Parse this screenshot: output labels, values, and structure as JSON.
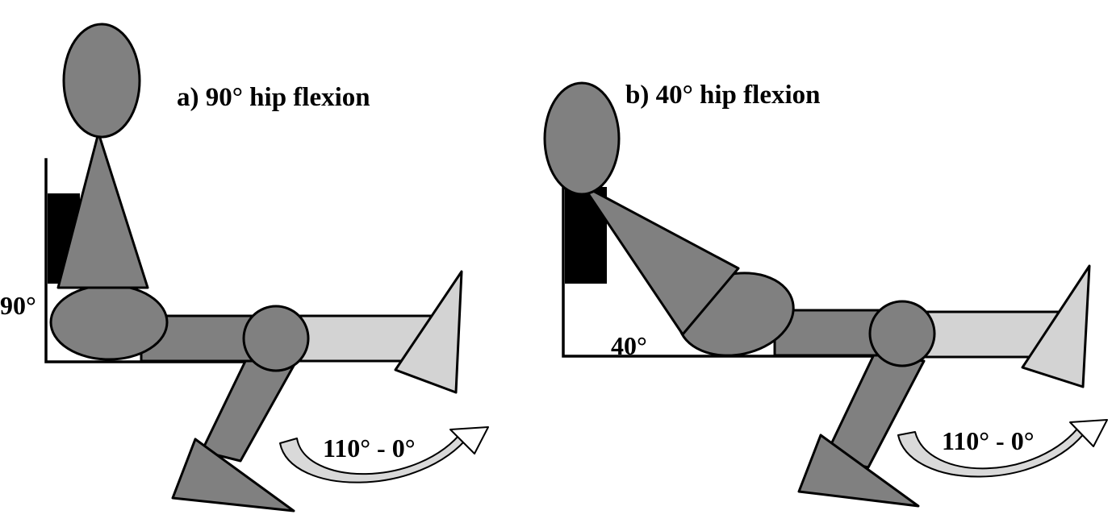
{
  "panel_a": {
    "title": "a) 90° hip flexion",
    "hip_angle": "90°",
    "knee_range": "110° - 0°"
  },
  "panel_b": {
    "title": "b) 40° hip flexion",
    "hip_angle": "40°",
    "knee_range": "110° - 0°"
  },
  "colors": {
    "body": "#808080",
    "moving_leg": "#d3d3d3",
    "backrest": "#000000"
  }
}
